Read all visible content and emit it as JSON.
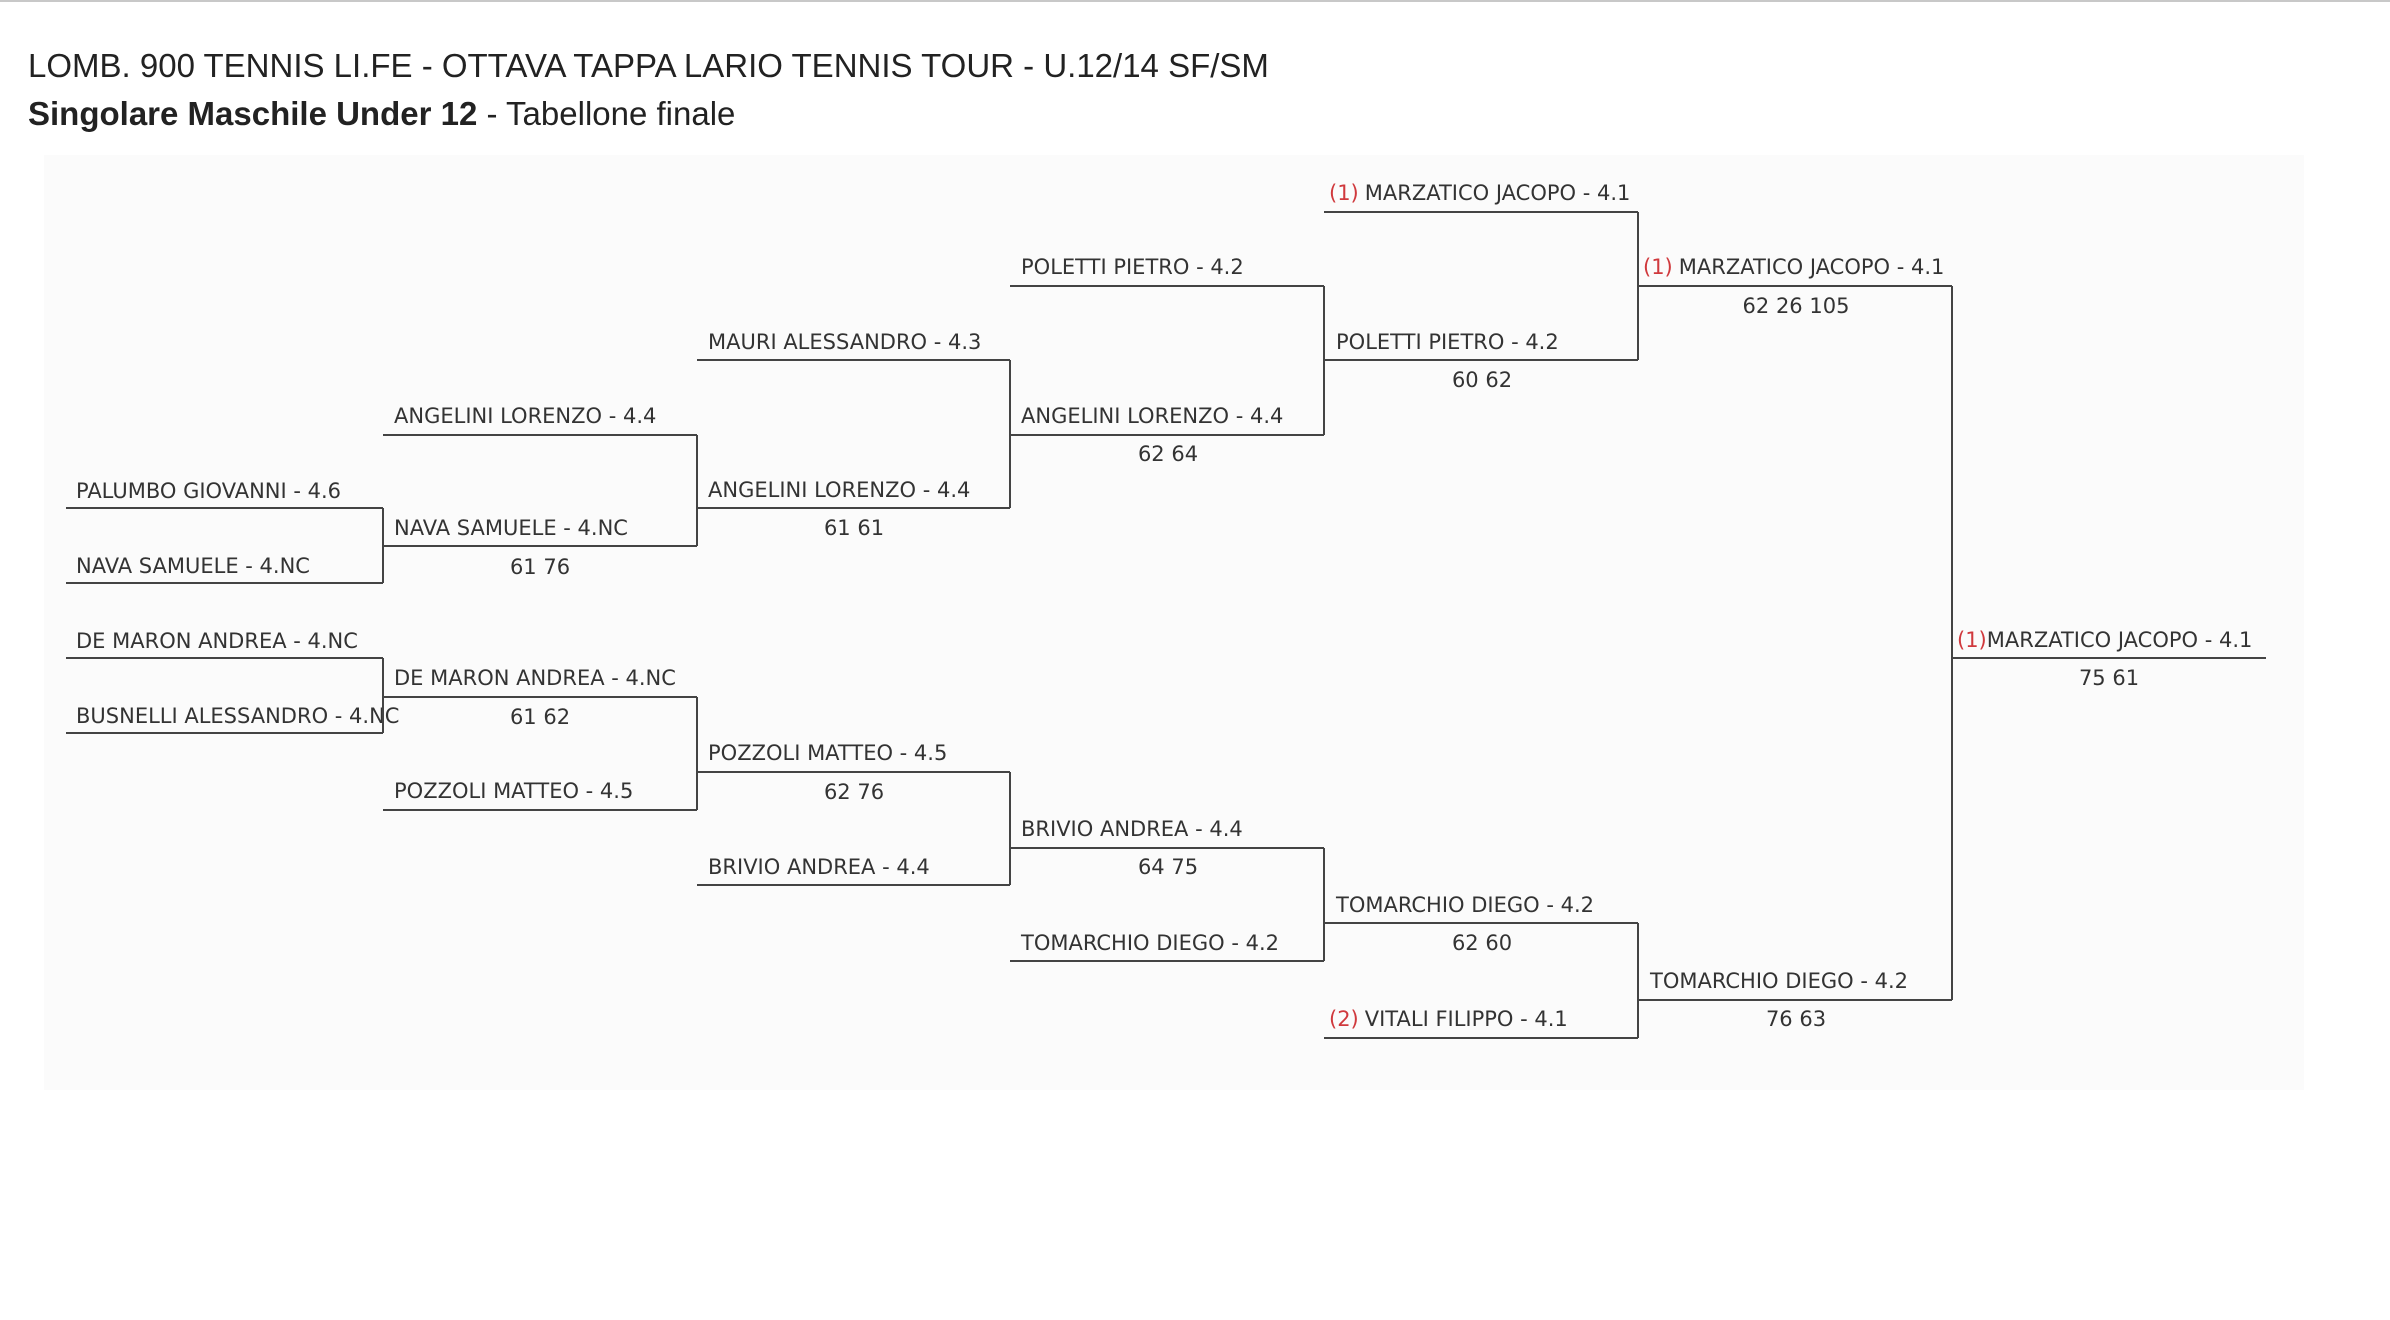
{
  "header": {
    "title": "LOMB. 900 TENNIS LI.FE - OTTAVA TAPPA LARIO TENNIS TOUR - U.12/14 SF/SM",
    "subtitle_bold": "Singolare Maschile Under 12",
    "subtitle_rest": " - Tabellone finale"
  },
  "colors": {
    "seed": "#d0393d",
    "line": "#444444",
    "text": "#333333"
  },
  "rounds": [
    {
      "players": [
        {
          "seed": "",
          "name": "PALUMBO GIOVANNI - 4.6"
        },
        {
          "seed": "",
          "name": "NAVA SAMUELE - 4.NC"
        },
        {
          "seed": "",
          "name": "DE MARON ANDREA - 4.NC"
        },
        {
          "seed": "",
          "name": "BUSNELLI ALESSANDRO - 4.NC"
        }
      ]
    },
    {
      "players": [
        {
          "seed": "",
          "name": "ANGELINI LORENZO - 4.4",
          "score": ""
        },
        {
          "seed": "",
          "name": "NAVA SAMUELE - 4.NC",
          "score": "61 76"
        },
        {
          "seed": "",
          "name": "DE MARON ANDREA - 4.NC",
          "score": "61 62"
        },
        {
          "seed": "",
          "name": "POZZOLI MATTEO - 4.5",
          "score": ""
        }
      ]
    },
    {
      "players": [
        {
          "seed": "",
          "name": "MAURI ALESSANDRO - 4.3",
          "score": ""
        },
        {
          "seed": "",
          "name": "ANGELINI LORENZO - 4.4",
          "score": "61 61"
        },
        {
          "seed": "",
          "name": "POZZOLI MATTEO - 4.5",
          "score": "62 76"
        },
        {
          "seed": "",
          "name": "BRIVIO ANDREA - 4.4",
          "score": ""
        }
      ]
    },
    {
      "players": [
        {
          "seed": "",
          "name": "POLETTI PIETRO - 4.2",
          "score": ""
        },
        {
          "seed": "",
          "name": "ANGELINI LORENZO - 4.4",
          "score": "62 64"
        },
        {
          "seed": "",
          "name": "BRIVIO ANDREA - 4.4",
          "score": "64 75"
        },
        {
          "seed": "",
          "name": "TOMARCHIO DIEGO - 4.2",
          "score": ""
        }
      ]
    },
    {
      "players": [
        {
          "seed": "(1)",
          "name": "MARZATICO JACOPO - 4.1",
          "score": ""
        },
        {
          "seed": "",
          "name": "POLETTI PIETRO - 4.2",
          "score": "60 62"
        },
        {
          "seed": "",
          "name": "TOMARCHIO DIEGO - 4.2",
          "score": "62 60"
        },
        {
          "seed": "(2)",
          "name": "VITALI FILIPPO - 4.1",
          "score": ""
        }
      ]
    },
    {
      "players": [
        {
          "seed": "(1)",
          "name": "MARZATICO JACOPO - 4.1",
          "score": "62 26 105"
        },
        {
          "seed": "",
          "name": "TOMARCHIO DIEGO - 4.2",
          "score": "76 63"
        }
      ]
    },
    {
      "players": [
        {
          "seed": "(1)",
          "name": "MARZATICO JACOPO - 4.1",
          "score": "75 61"
        }
      ]
    }
  ]
}
